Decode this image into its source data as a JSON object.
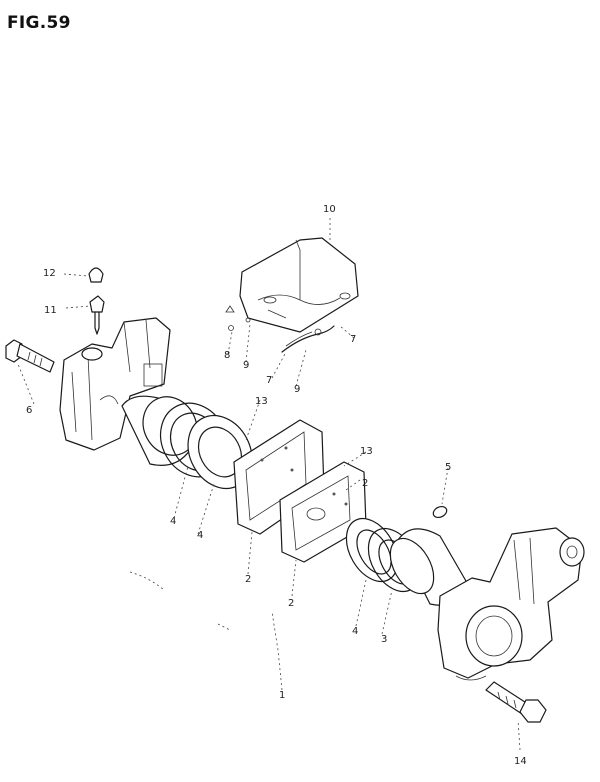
{
  "figure": {
    "title": "FIG.59"
  },
  "callouts": {
    "c1": "1",
    "c2a": "2",
    "c2b": "2",
    "c2c": "2",
    "c3": "3",
    "c4a": "4",
    "c4b": "4",
    "c4c": "4",
    "c5": "5",
    "c6": "6",
    "c7a": "7",
    "c7b": "7",
    "c8": "8",
    "c9a": "9",
    "c9b": "9",
    "c10": "10",
    "c11": "11",
    "c12": "12",
    "c13a": "13",
    "c13b": "13",
    "c14": "14"
  }
}
